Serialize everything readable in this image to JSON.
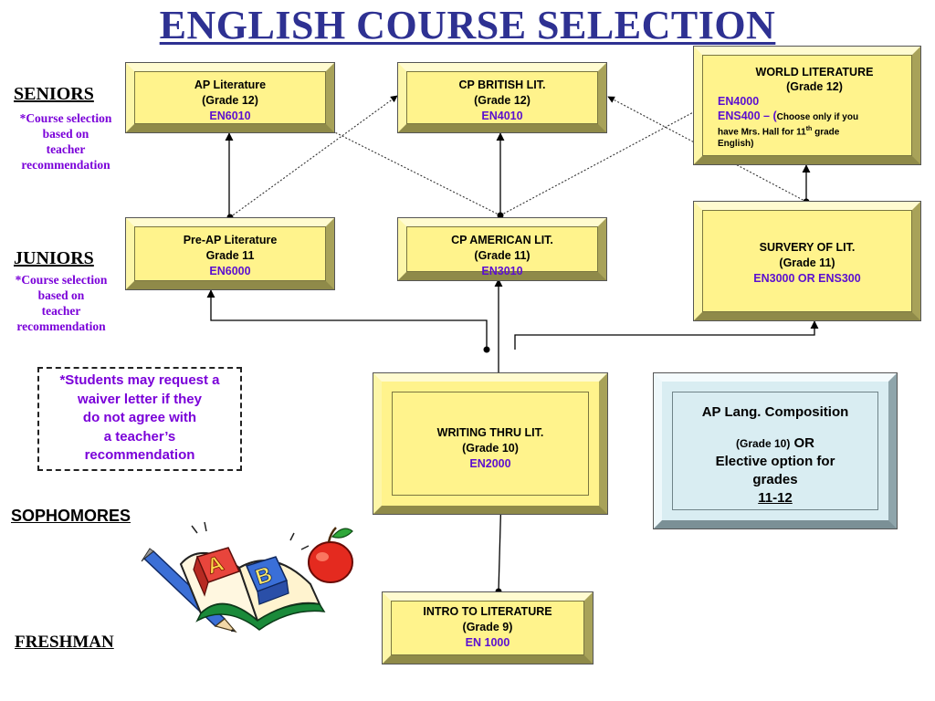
{
  "title": "ENGLISH COURSE SELECTION",
  "levels": {
    "seniors": "SENIORS",
    "juniors": "JUNIORS",
    "sophomores": "SOPHOMORES",
    "freshman": "FRESHMAN"
  },
  "notes": {
    "seniors": [
      "*Course selection",
      "based on",
      "teacher",
      "recommendation"
    ],
    "juniors": [
      "*Course selection",
      "based on",
      "teacher",
      "recommendation"
    ]
  },
  "waiver": [
    "*Students may request a",
    "waiver letter if they",
    "do not agree with",
    "a teacher’s",
    "recommendation"
  ],
  "courses": {
    "ap_lit": {
      "name": "AP Literature",
      "grade": "(Grade 12)",
      "code": "EN6010"
    },
    "cp_brit": {
      "name": "CP BRITISH LIT.",
      "grade": "(Grade 12)",
      "code": "EN4010"
    },
    "world_lit": {
      "name": "WORLD LITERATURE",
      "grade": "(Grade 12)",
      "code": "EN4000",
      "code2": "ENS400 – (",
      "note_a": "Choose only if you",
      "note_b": "have Mrs. Hall  for 11",
      "note_sup": "th",
      "note_c": " grade",
      "note_d": "English)"
    },
    "pre_ap": {
      "name": "Pre-AP Literature",
      "grade": "Grade 11",
      "code": "EN6000"
    },
    "cp_amer": {
      "name": "CP AMERICAN LIT.",
      "grade": "(Grade 11)",
      "code": "EN3010"
    },
    "survey": {
      "name": "SURVERY OF LIT.",
      "grade": "(Grade 11)",
      "code": "EN3000 OR ENS300"
    },
    "writing": {
      "name": "WRITING THRU LIT.",
      "grade": "(Grade 10)",
      "code": "EN2000"
    },
    "intro": {
      "name": "INTRO TO LITERATURE",
      "grade": "(Grade 9)",
      "code": "EN 1000"
    },
    "ap_lang": {
      "name": "AP Lang. Composition",
      "grade": "(Grade 10)",
      "or": "OR",
      "line2": "Elective option for",
      "line3": "grades",
      "line4": "11-12"
    }
  },
  "colors": {
    "title": "#2e3192",
    "code": "#5b0fd0",
    "note": "#7a00d9",
    "box": "#fff38c",
    "box_alt": "#d9edf2"
  }
}
